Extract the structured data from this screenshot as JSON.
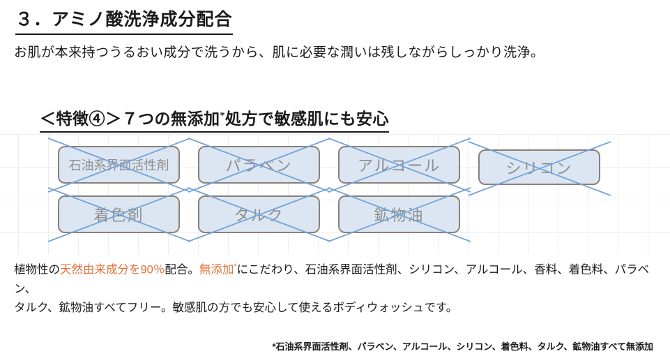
{
  "page": {
    "title": "３．アミノ酸洗浄成分配合",
    "intro": "お肌が本来持つうるおい成分で洗うから、肌に必要な潤いは残しながらしっかり洗浄。",
    "feature_heading": {
      "prefix": "＜特徴④＞７つの無添加",
      "sup": "*",
      "suffix": "処方で敏感肌にも安心"
    },
    "free_items": [
      {
        "label": "石油系界面活性剤"
      },
      {
        "label": "パラベン"
      },
      {
        "label": "アルコール"
      },
      {
        "label": "シリコン"
      },
      {
        "label": "着色剤"
      },
      {
        "label": "タルク"
      },
      {
        "label": "鉱物油"
      }
    ],
    "description": {
      "seg1": "植物性の",
      "seg2": "天然由来成分を90％",
      "seg3": "配合。",
      "seg4": "無添加",
      "sup": "*",
      "seg5a": "にこだわり、石油系界面活性剤、シリコン、アルコール、香料、着色料、パラベン、",
      "seg5b": "タルク、鉱物油すべてフリー。敏感肌の方でも安心して使えるボディウォッシュです。"
    },
    "footnote": "*石油系界面活性剤、パラベン、アルコール、シリコン、着色料、タルク、鉱物油すべて無添加",
    "colors": {
      "accent_orange": "#E2713A",
      "box_fill": "#DCE6F2",
      "box_border": "#8A8078",
      "cross_blue": "#74A3D8",
      "box_text_gray": "#8E8E8E"
    }
  }
}
